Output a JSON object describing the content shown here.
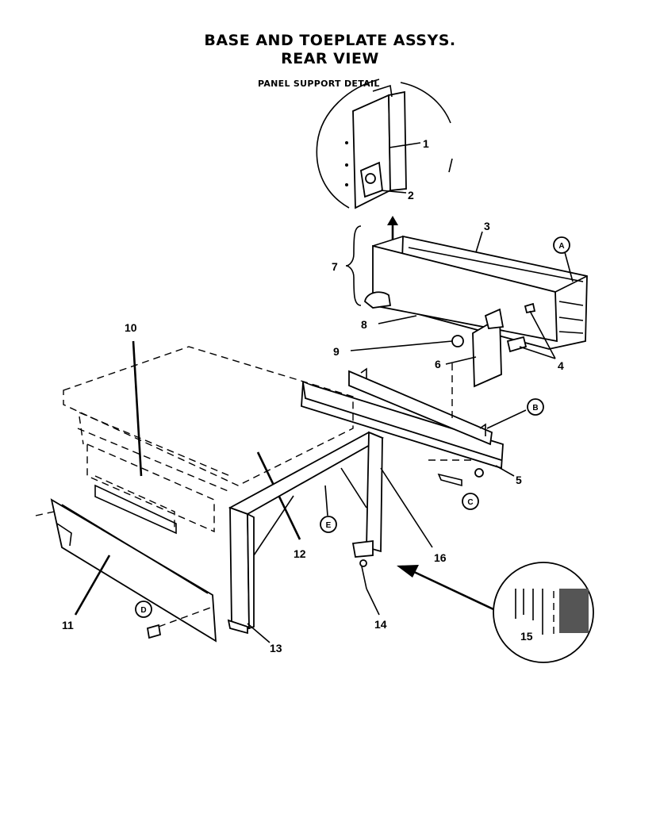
{
  "title": {
    "line1": "BASE AND TOEPLATE ASSYS.",
    "line2": "REAR VIEW"
  },
  "detail_label": "PANEL SUPPORT DETAIL",
  "part_numbers": [
    "1",
    "2",
    "3",
    "4",
    "5",
    "6",
    "7",
    "8",
    "9",
    "10",
    "11",
    "12",
    "13",
    "14",
    "15",
    "16"
  ],
  "callouts": [
    "A",
    "B",
    "C",
    "D",
    "E"
  ]
}
